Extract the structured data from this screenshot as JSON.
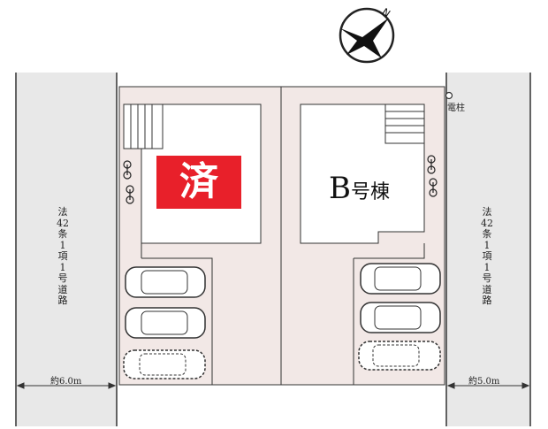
{
  "compass": {
    "north_label": "N"
  },
  "roads": {
    "left": {
      "label": "法42条1項1号道路",
      "width_label": "約6.0m"
    },
    "right": {
      "label": "法42条1項1号道路",
      "width_label": "約5.0m"
    }
  },
  "utility_pole": {
    "label": "電柱"
  },
  "lots": {
    "a": {
      "status_badge": "済"
    },
    "b": {
      "building_letter": "B",
      "building_suffix": "号棟"
    }
  },
  "colors": {
    "lot_fill": "#f2e8e6",
    "sold_badge": "#e8202a",
    "line": "#333333"
  }
}
